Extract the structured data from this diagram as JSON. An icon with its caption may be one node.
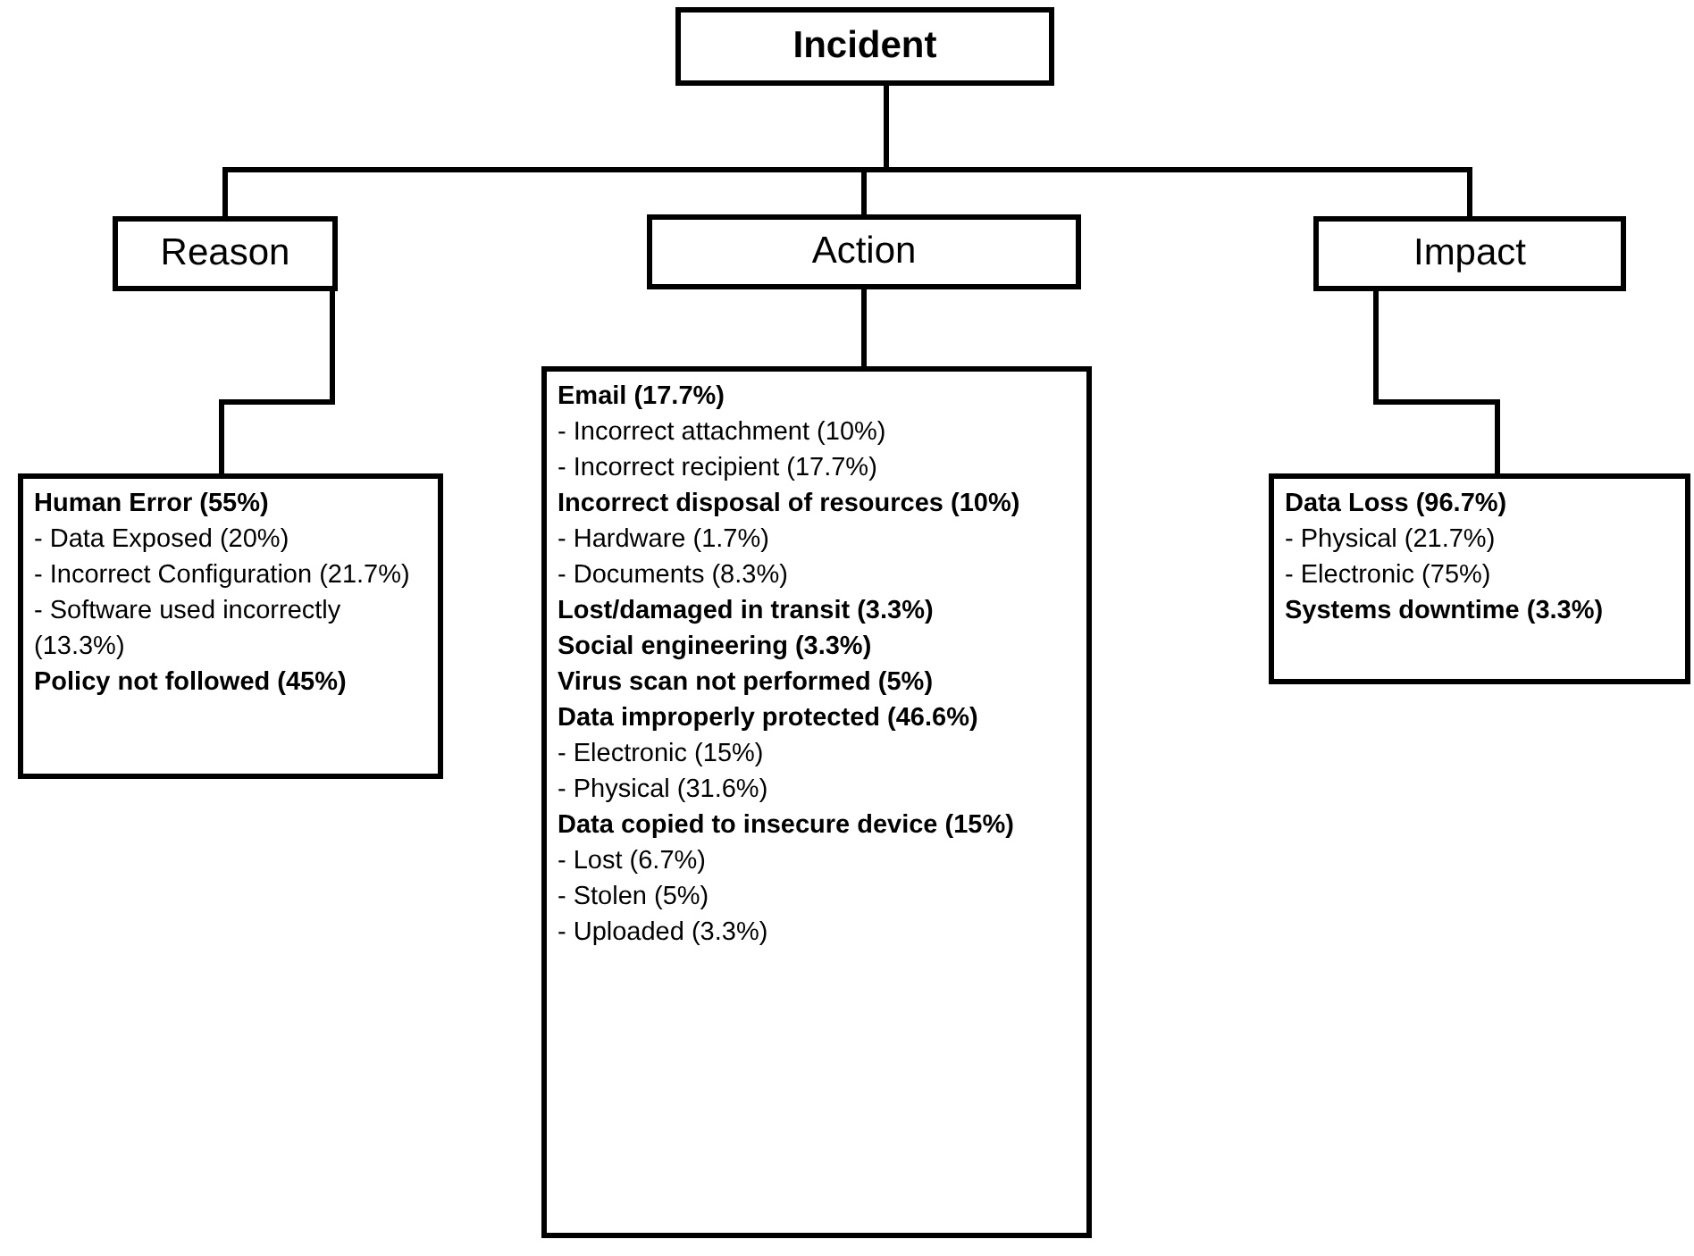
{
  "diagram": {
    "nodes": [
      {
        "text": [
          "Incident"
        ]
      },
      {
        "text": [
          "Reason"
        ]
      },
      {
        "text": [
          "Action"
        ]
      },
      {
        "text": [
          "Impact"
        ]
      },
      {
        "text": [
          "**Human Error (55%)**",
          "- Data Exposed (20%)",
          "- Incorrect Configuration (21.7%)",
          "- Software used incorrectly (13.3%)",
          "**Policy not followed (45%)**"
        ]
      },
      {
        "text": [
          "**Email (17.7%)**",
          "- Incorrect attachment (10%)",
          "- Incorrect recipient (17.7%)",
          "**Incorrect disposal of resources (10%)**",
          "- Hardware (1.7%)",
          "- Documents (8.3%)",
          "**Lost/damaged in transit (3.3%)**",
          "**Social engineering (3.3%)**",
          "**Virus scan not performed (5%)**",
          "**Data improperly protected (46.6%)**",
          "- Electronic (15%)",
          "- Physical (31.6%)",
          "**Data copied to insecure device (15%)**",
          "- Lost (6.7%)",
          "- Stolen (5%)",
          "- Uploaded (3.3%)"
        ]
      },
      {
        "text": [
          "**Data Loss (96.7%)**",
          "- Physical (21.7%)",
          "- Electronic (75%)",
          "**Systems downtime (3.3%)**"
        ]
      }
    ],
    "edges": [
      {
        "from": 0,
        "to": 1,
        "arrow": "none"
      },
      {
        "from": 0,
        "to": 2,
        "arrow": "none"
      },
      {
        "from": 0,
        "to": 3,
        "arrow": "none"
      },
      {
        "from": 1,
        "to": 4,
        "arrow": "none"
      },
      {
        "from": 2,
        "to": 5,
        "arrow": "none"
      },
      {
        "from": 3,
        "to": 6,
        "arrow": "none"
      }
    ]
  }
}
